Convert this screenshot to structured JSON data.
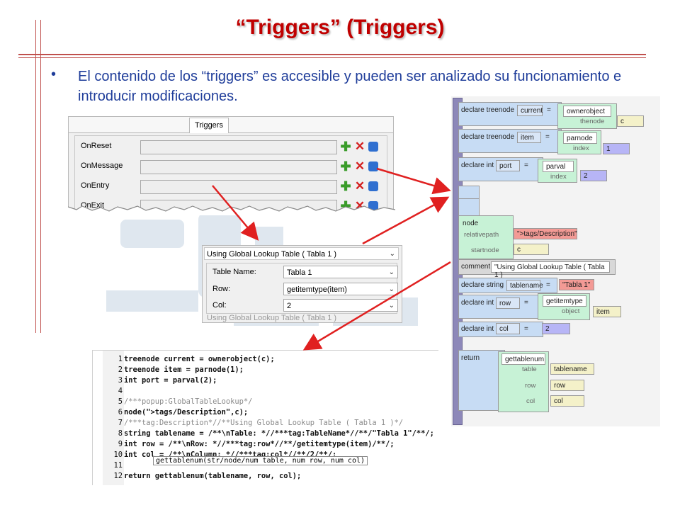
{
  "slide": {
    "title": "“Triggers” (Triggers)",
    "bullet_marker": "•",
    "bullet_text": "El contenido de los “triggers” es accesible y pueden ser analizado su funcionamiento e introducir modificaciones."
  },
  "colors": {
    "title": "#c00000",
    "body_text": "#1f3d9a",
    "rule": "#c0504d",
    "arrow": "#e02020"
  },
  "triggers_panel": {
    "tab": "Triggers",
    "rows": [
      {
        "label": "OnReset"
      },
      {
        "label": "OnMessage"
      },
      {
        "label": "OnEntry"
      },
      {
        "label": "OnExit"
      }
    ],
    "icons": [
      "add-icon",
      "delete-icon",
      "puzzle-icon"
    ]
  },
  "lookup_dialog": {
    "header": "Using Global Lookup Table ( Tabla 1 )",
    "fields": [
      {
        "label": "Table Name:",
        "value": "Tabla 1"
      },
      {
        "label": "Row:",
        "value": "getitemtype(item)"
      },
      {
        "label": "Col:",
        "value": "2"
      }
    ],
    "ghost_text": "Using Global Lookup Table ( Tabla 1 )"
  },
  "code_editor": {
    "lines": [
      {
        "n": "1",
        "t": "treenode current = ownerobject(c);"
      },
      {
        "n": "2",
        "t": "treenode item = parnode(1);"
      },
      {
        "n": "3",
        "t": "int port = parval(2);"
      },
      {
        "n": "4",
        "t": ""
      },
      {
        "n": "5",
        "t": "/***popup:GlobalTableLookup*/"
      },
      {
        "n": "6",
        "t": "node(\">tags/Description\",c);"
      },
      {
        "n": "7",
        "t": "/***tag:Description*//**Using Global Lookup Table ( Tabla 1 )*/"
      },
      {
        "n": "8",
        "t": "string tablename = /**\\nTable: *//***tag:TableName*//**/\"Tabla 1\"/**/;"
      },
      {
        "n": "9",
        "t": "int row = /**\\nRow: *//***tag:row*//**/getitemtype(item)/**/;"
      },
      {
        "n": "10",
        "t": "int col = /**\\nColumn: *//***tag:col*//**/2/**/;"
      },
      {
        "n": "11",
        "t": ""
      },
      {
        "n": "12",
        "t": "return gettablenum(tablename, row, col);"
      }
    ],
    "tooltip": "gettablenum(str/node/num table, num row, num col)"
  },
  "blocks_editor": {
    "declare_treenode_1": {
      "kw": "declare treenode",
      "var": "current",
      "eq": "=",
      "fn": "ownerobject",
      "param": "thenode",
      "arg": "c"
    },
    "declare_treenode_2": {
      "kw": "declare treenode",
      "var": "item",
      "eq": "=",
      "fn": "parnode",
      "param": "index",
      "arg": "1"
    },
    "declare_int_1": {
      "kw": "declare int",
      "var": "port",
      "eq": "=",
      "fn": "parval",
      "param": "index",
      "arg": "2"
    },
    "node_block": {
      "kw": "node",
      "p1": "relativepath",
      "v1": "\">tags/Description\"",
      "p2": "startnode",
      "v2": "c"
    },
    "comment_block": {
      "kw": "comment",
      "value": "\"Using Global Lookup Table ( Tabla 1 )"
    },
    "declare_string": {
      "kw": "declare string",
      "var": "tablename",
      "eq": "=",
      "value": "\"Tabla 1\""
    },
    "declare_int_row": {
      "kw": "declare int",
      "var": "row",
      "eq": "=",
      "fn": "getitemtype",
      "param": "object",
      "arg": "item"
    },
    "declare_int_col": {
      "kw": "declare int",
      "var": "col",
      "eq": "=",
      "value": "2"
    },
    "return_block": {
      "kw": "return",
      "fn": "gettablenum",
      "p1": "table",
      "v1": "tablename",
      "p2": "row",
      "v2": "row",
      "p3": "col",
      "v3": "col"
    }
  }
}
